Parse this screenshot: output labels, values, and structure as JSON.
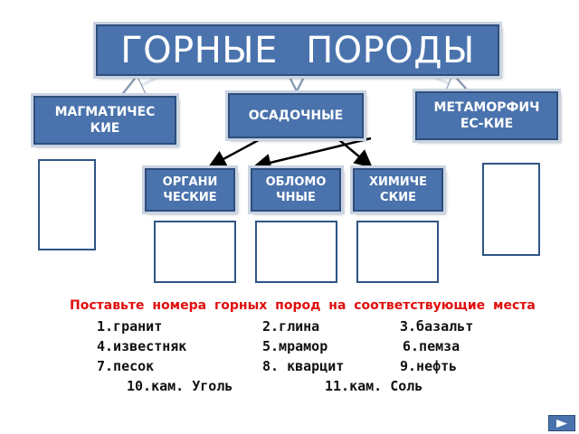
{
  "title": "ГОРНЫЕ ПОРОДЫ",
  "categories": {
    "magmatic": "МАГМАТИЧЕС КИЕ",
    "sedimentary": "ОСАДОЧНЫЕ",
    "metamorphic": "МЕТАМОРФИЧ ЕС-КИЕ"
  },
  "subcategories": {
    "organic": "ОРГАНИ ЧЕСКИЕ",
    "clastic": "ОБЛОМО ЧНЫЕ",
    "chemical": "ХИМИЧЕ СКИЕ"
  },
  "task": "Поставьте номера горных пород на соответствующие места",
  "rocks": [
    "1.гранит",
    "2.глина",
    "3.базальт",
    "4.известняк",
    "5.мрамор",
    "6.пемза",
    "7.песок",
    "8. кварцит",
    "9.нефть",
    "10.кам. Уголь",
    "11.кам. Соль"
  ],
  "colors": {
    "box": "#4a73ad",
    "task_text": "#e00d0d"
  },
  "icons": {
    "nav": "forward-arrow-icon"
  }
}
